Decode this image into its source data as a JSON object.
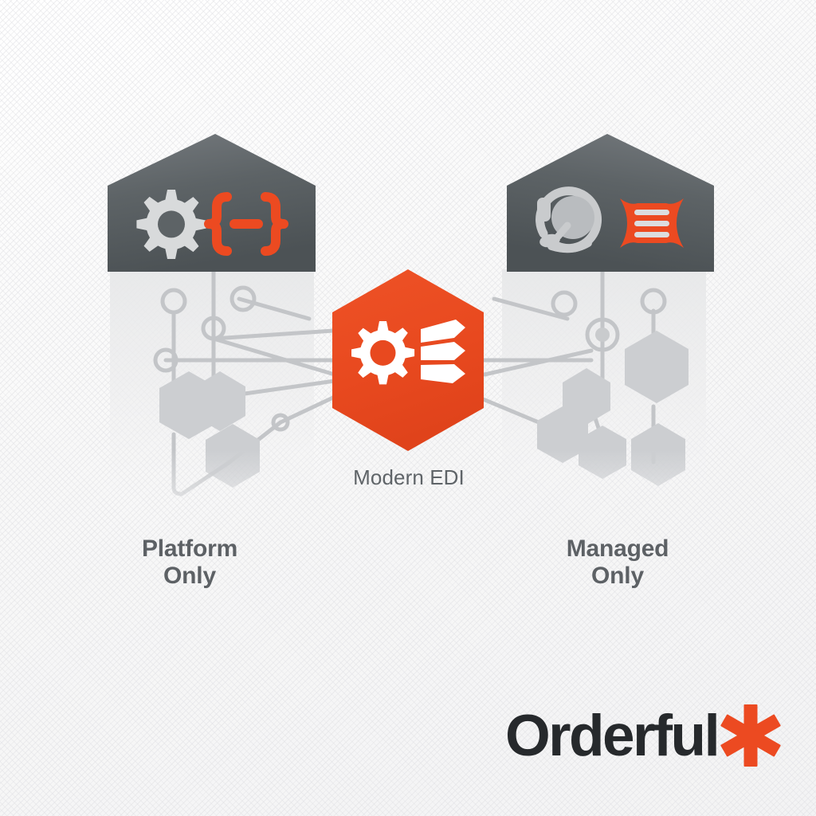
{
  "page": {
    "title": "Modern EDI comparison graphic",
    "background_color": "#fafafa"
  },
  "colors": {
    "accent_orange": "#ec4a21",
    "hex_orange": "#e8491f",
    "pentagon_dark": "#565c60",
    "pentagon_dark_top": "#6b7175",
    "text_gray": "#5d6165",
    "logo_dark": "#26292c",
    "network_gray": "#c9cacd",
    "panel_gray": "#eceded"
  },
  "center": {
    "badge_label": "Modern EDI",
    "badge_shape": "hexagon",
    "badge_icons": [
      "gear-icon",
      "stacked-layers-icon"
    ]
  },
  "columns": [
    {
      "id": "platform-only",
      "label": "Platform\nOnly",
      "side": "left",
      "pentagon_icons": [
        "gear-icon",
        "code-braces-icon"
      ],
      "icon_colors": [
        "#d6d8d9",
        "#ec4a21"
      ]
    },
    {
      "id": "managed-only",
      "label": "Managed\nOnly",
      "side": "right",
      "pentagon_icons": [
        "headset-icon",
        "document-lines-icon"
      ],
      "icon_colors": [
        "#c6c9cb",
        "#ec4a21"
      ]
    }
  ],
  "logo": {
    "wordmark": "Orderful",
    "mark": "asterisk-icon",
    "mark_color": "#ec4a21",
    "wordmark_color": "#26292c"
  }
}
